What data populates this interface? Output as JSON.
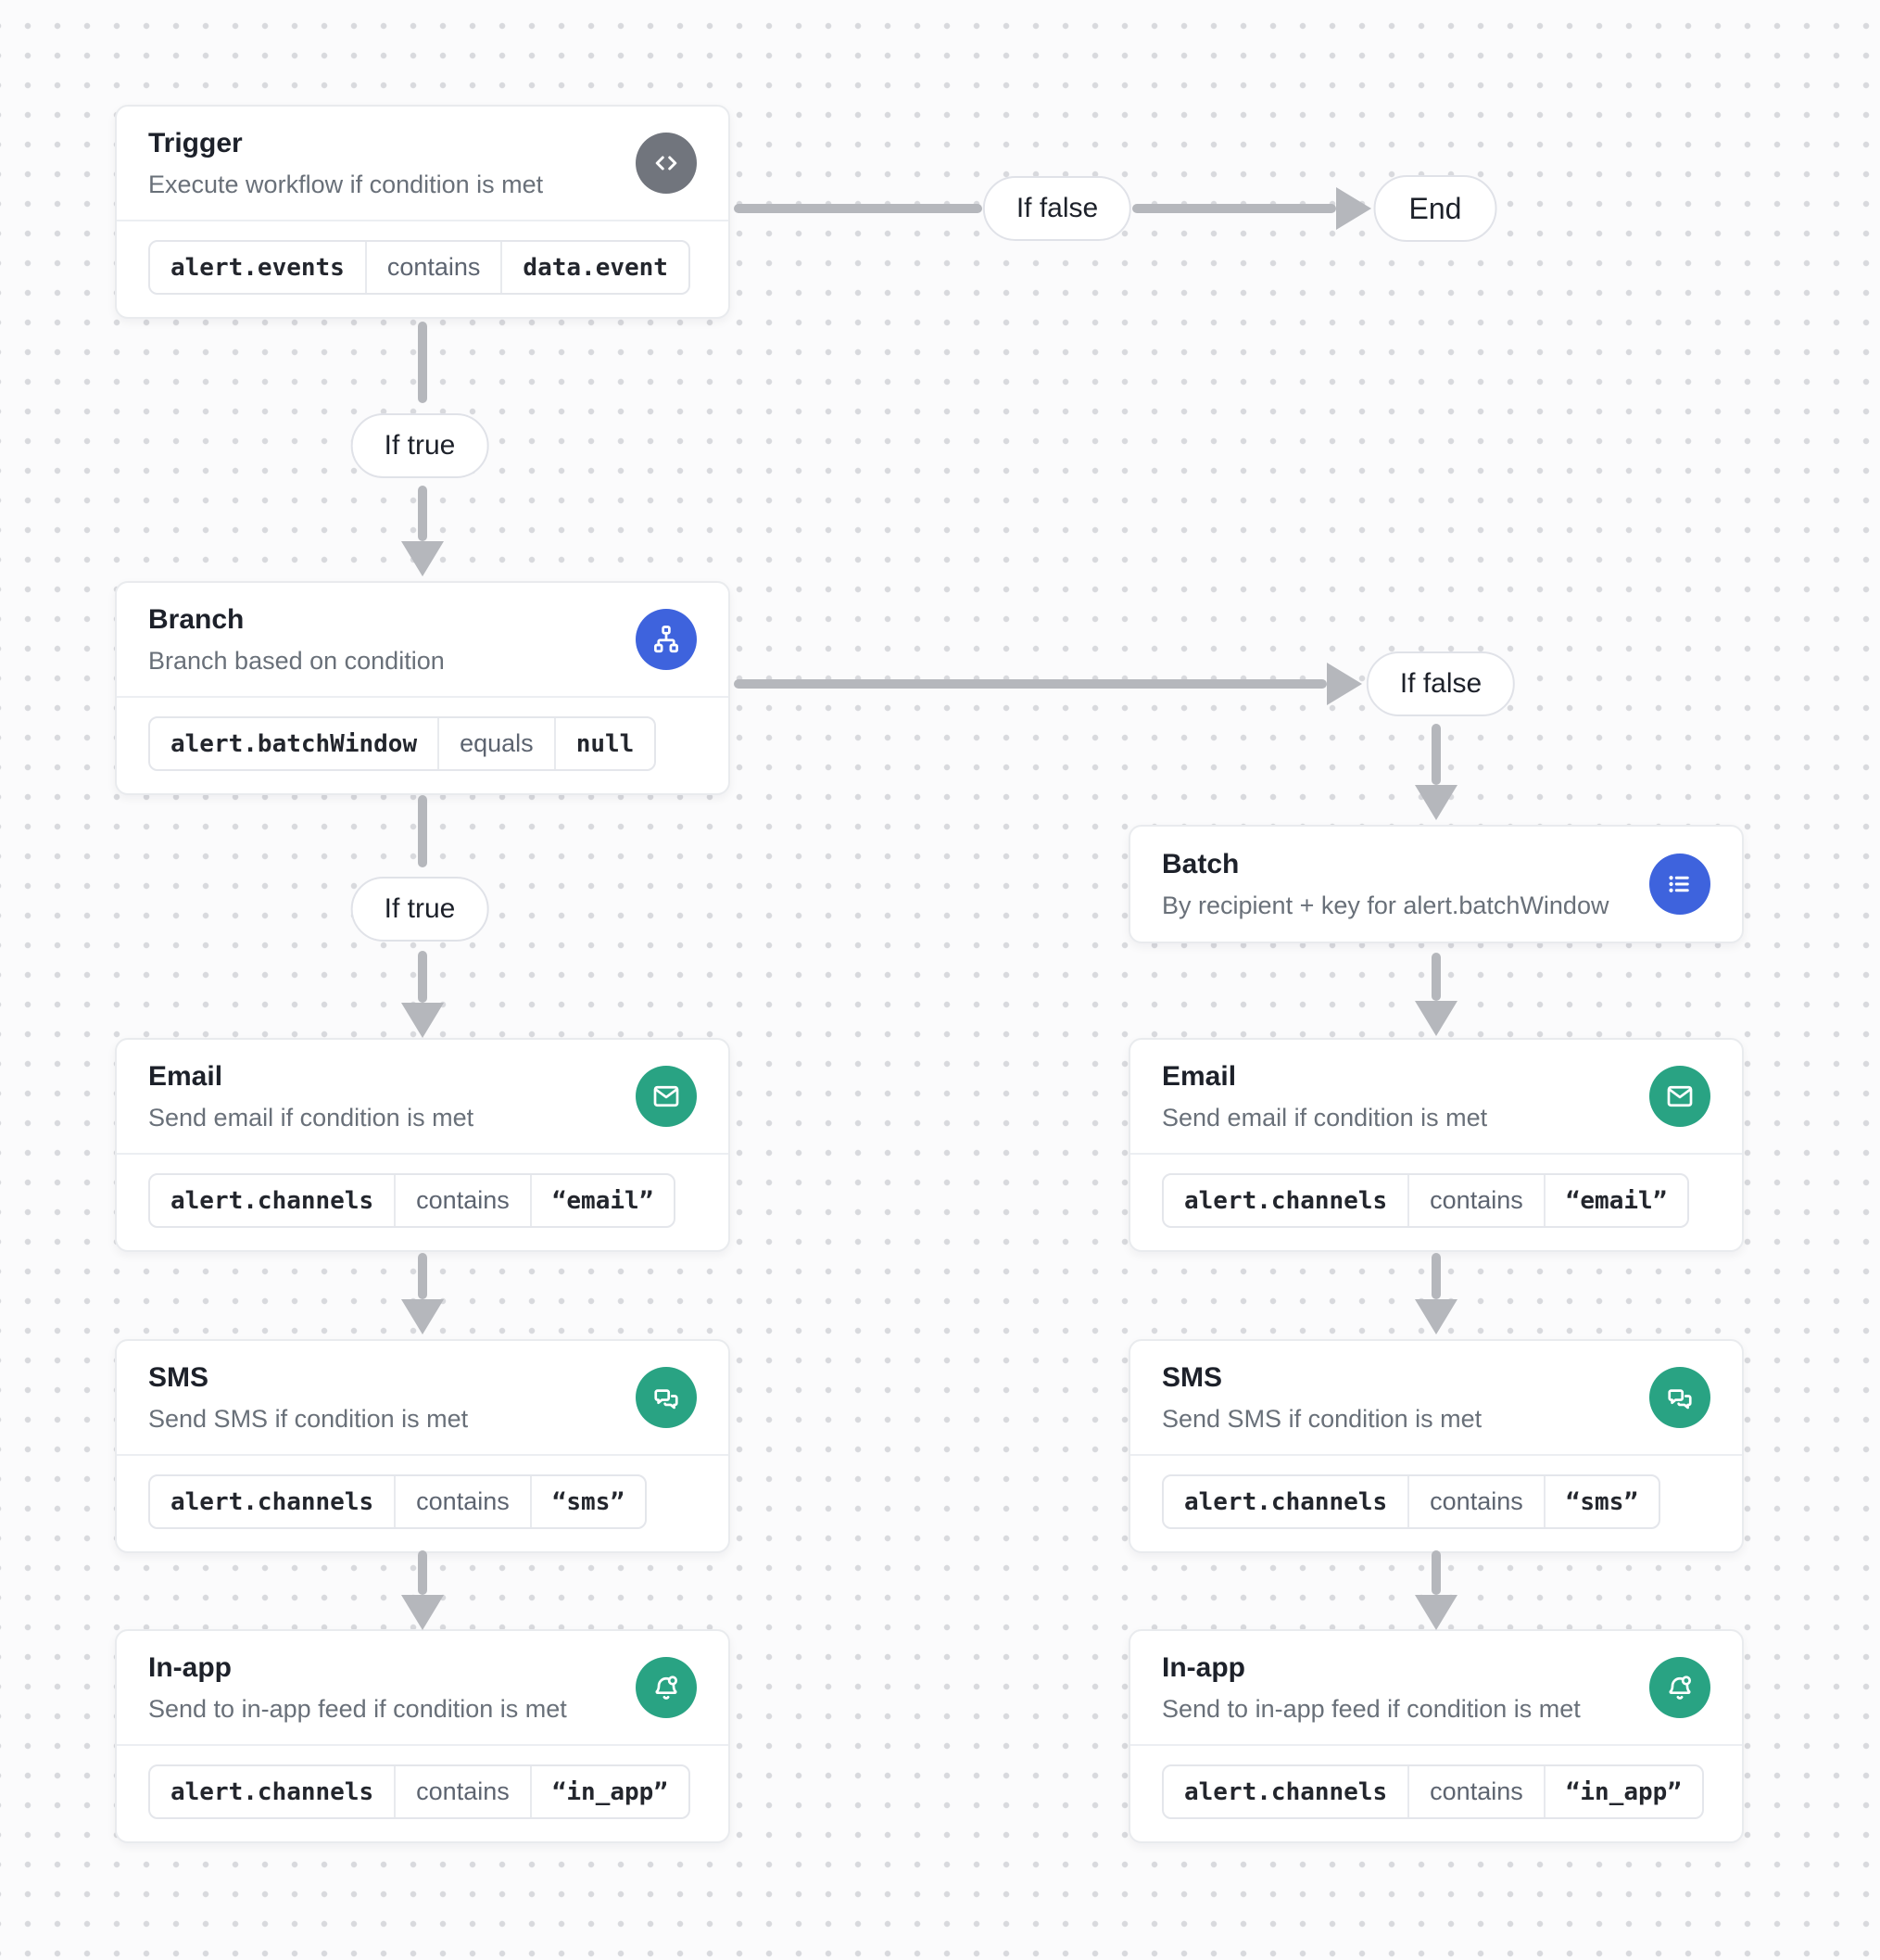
{
  "diagram": {
    "nodes": {
      "trigger": {
        "title": "Trigger",
        "subtitle": "Execute workflow if condition is met",
        "icon": "code-icon",
        "condition": {
          "field": "alert.events",
          "operator": "contains",
          "value": "data.event"
        }
      },
      "branch": {
        "title": "Branch",
        "subtitle": "Branch based on condition",
        "icon": "sitemap-icon",
        "condition": {
          "field": "alert.batchWindow",
          "operator": "equals",
          "value": "null"
        }
      },
      "batch": {
        "title": "Batch",
        "subtitle": "By recipient + key for alert.batchWindow",
        "icon": "list-icon"
      },
      "email": {
        "title": "Email",
        "subtitle": "Send email if condition is met",
        "icon": "mail-icon",
        "condition": {
          "field": "alert.channels",
          "operator": "contains",
          "value": "“email”"
        }
      },
      "sms": {
        "title": "SMS",
        "subtitle": "Send SMS if condition is met",
        "icon": "chat-bubbles-icon",
        "condition": {
          "field": "alert.channels",
          "operator": "contains",
          "value": "“sms”"
        }
      },
      "in_app": {
        "title": "In-app",
        "subtitle": "Send to in-app feed if condition is met",
        "icon": "bell-dot-icon",
        "condition": {
          "field": "alert.channels",
          "operator": "contains",
          "value": "“in_app”"
        }
      },
      "end": {
        "label": "End"
      }
    },
    "edge_labels": {
      "trigger_if_false": "If false",
      "trigger_if_true": "If true",
      "branch_if_false": "If false",
      "branch_if_true": "If true"
    },
    "colors": {
      "trigger_icon_bg": "#71757d",
      "branch_icon_bg": "#3e63dd",
      "batch_icon_bg": "#3e63dd",
      "channel_icon_bg": "#29a383",
      "arrow": "#b5b7bc"
    }
  }
}
